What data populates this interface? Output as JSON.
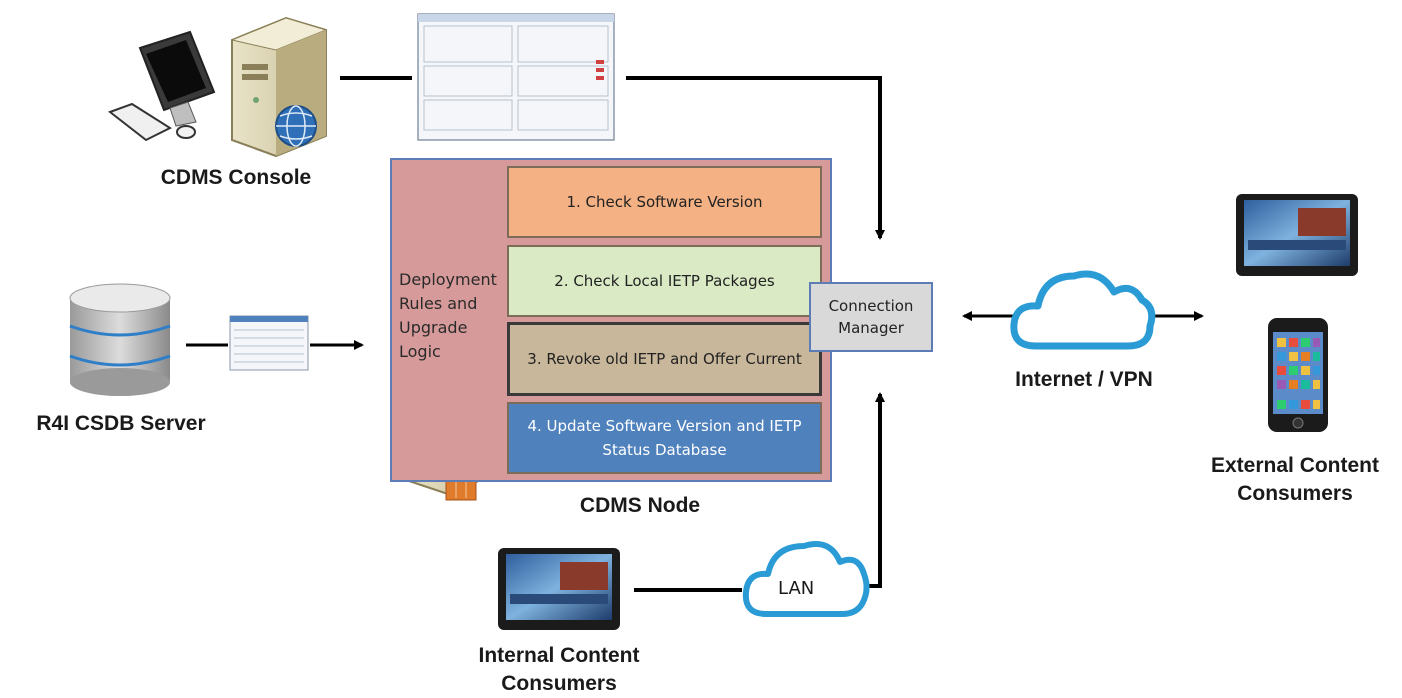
{
  "labels": {
    "cdms_console": "CDMS Console",
    "csdb_server": "R4I CSDB Server",
    "cdms_node": "CDMS Node",
    "internet_vpn": "Internet / VPN",
    "external_line1": "External Content",
    "external_line2": "Consumers",
    "internal_line1": "Internal Content",
    "internal_line2": "Consumers",
    "lan": "LAN"
  },
  "node": {
    "rules_lines": [
      "Deployment",
      "Rules and",
      "Upgrade",
      "Logic"
    ]
  },
  "steps": [
    {
      "text": "1. Check Software  Version",
      "color": "#f4b183"
    },
    {
      "text": "2. Check Local IETP Packages",
      "color": "#d9eac4"
    },
    {
      "text": "3. Revoke old IETP and Offer Current",
      "color": "#c8b79a"
    },
    {
      "text": "4. Update Software Version and IETP Status Database",
      "color": "#4f81bd"
    }
  ],
  "connection_manager": {
    "line1": "Connection",
    "line2": "Manager"
  },
  "colors": {
    "node_fill": "#d79a9a",
    "node_border": "#5d7bb5",
    "cloud_stroke": "#2b9bd6",
    "arrow": "#000000"
  }
}
